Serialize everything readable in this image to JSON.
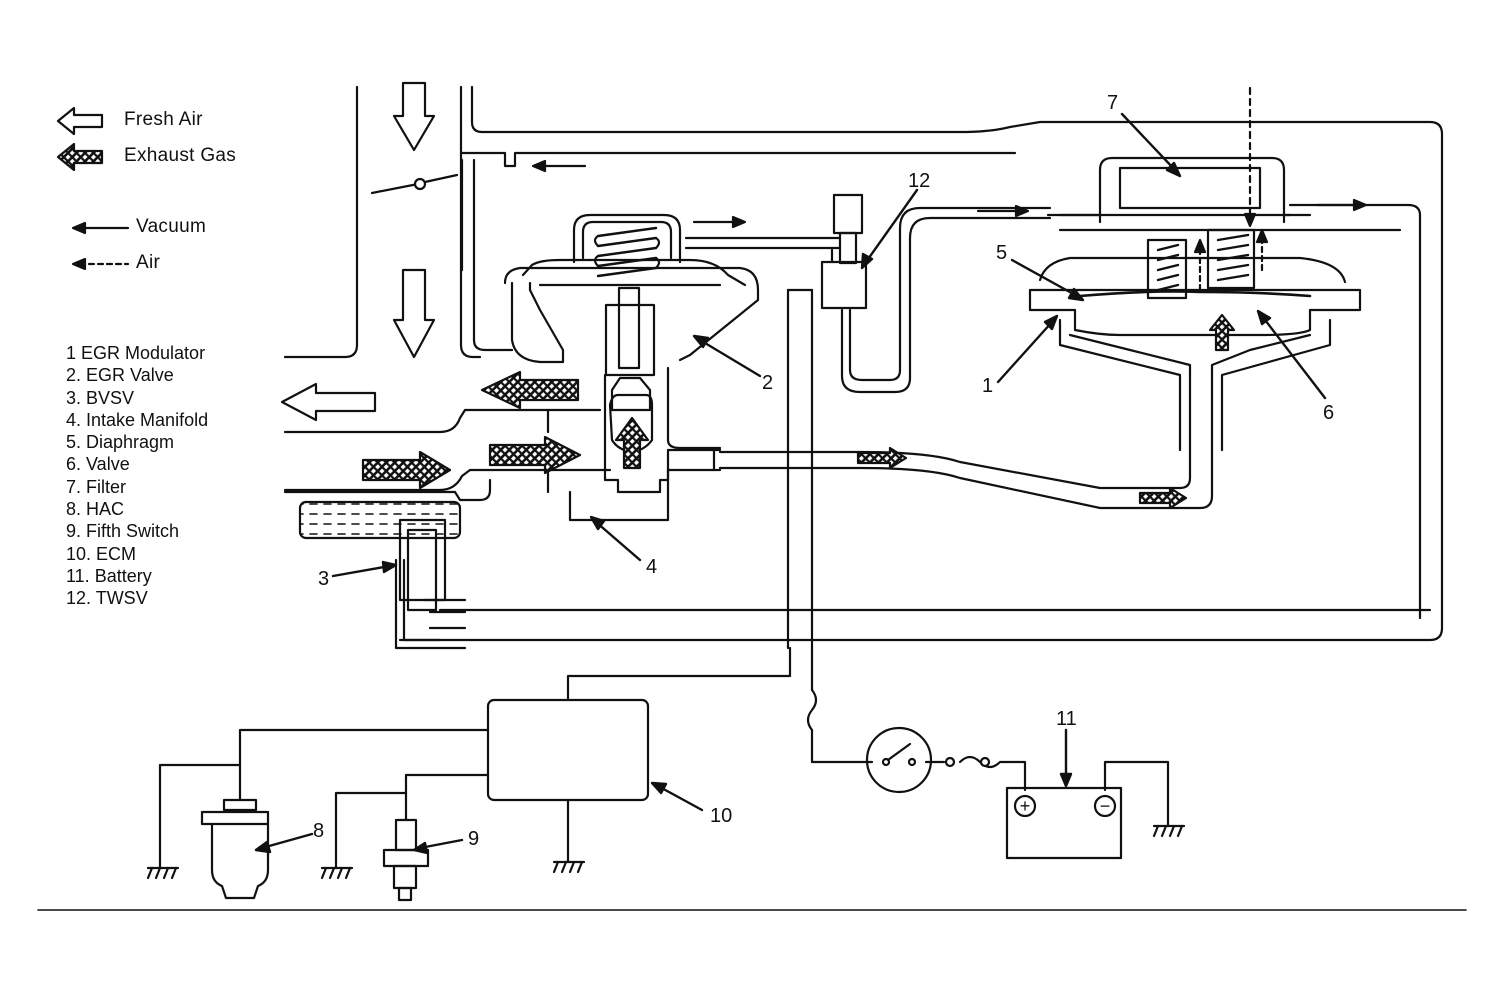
{
  "legend": {
    "fresh_air": "Fresh Air",
    "exhaust_gas": "Exhaust Gas",
    "vacuum": "Vacuum",
    "air": "Air"
  },
  "key": [
    "1  EGR Modulator",
    "2. EGR Valve",
    "3. BVSV",
    "4. Intake Manifold",
    "5. Diaphragm",
    "6. Valve",
    "7. Filter",
    "8. HAC",
    "9. Fifth Switch",
    "10. ECM",
    "11. Battery",
    "12. TWSV"
  ],
  "callouts": {
    "c1": "1",
    "c2": "2",
    "c3": "3",
    "c4": "4",
    "c5": "5",
    "c6": "6",
    "c7": "7",
    "c8": "8",
    "c9": "9",
    "c10": "10",
    "c11": "11",
    "c12": "12"
  },
  "battery_symbols": {
    "positive": "+",
    "negative": "−"
  },
  "colors": {
    "ink": "#111111",
    "background": "#ffffff"
  }
}
